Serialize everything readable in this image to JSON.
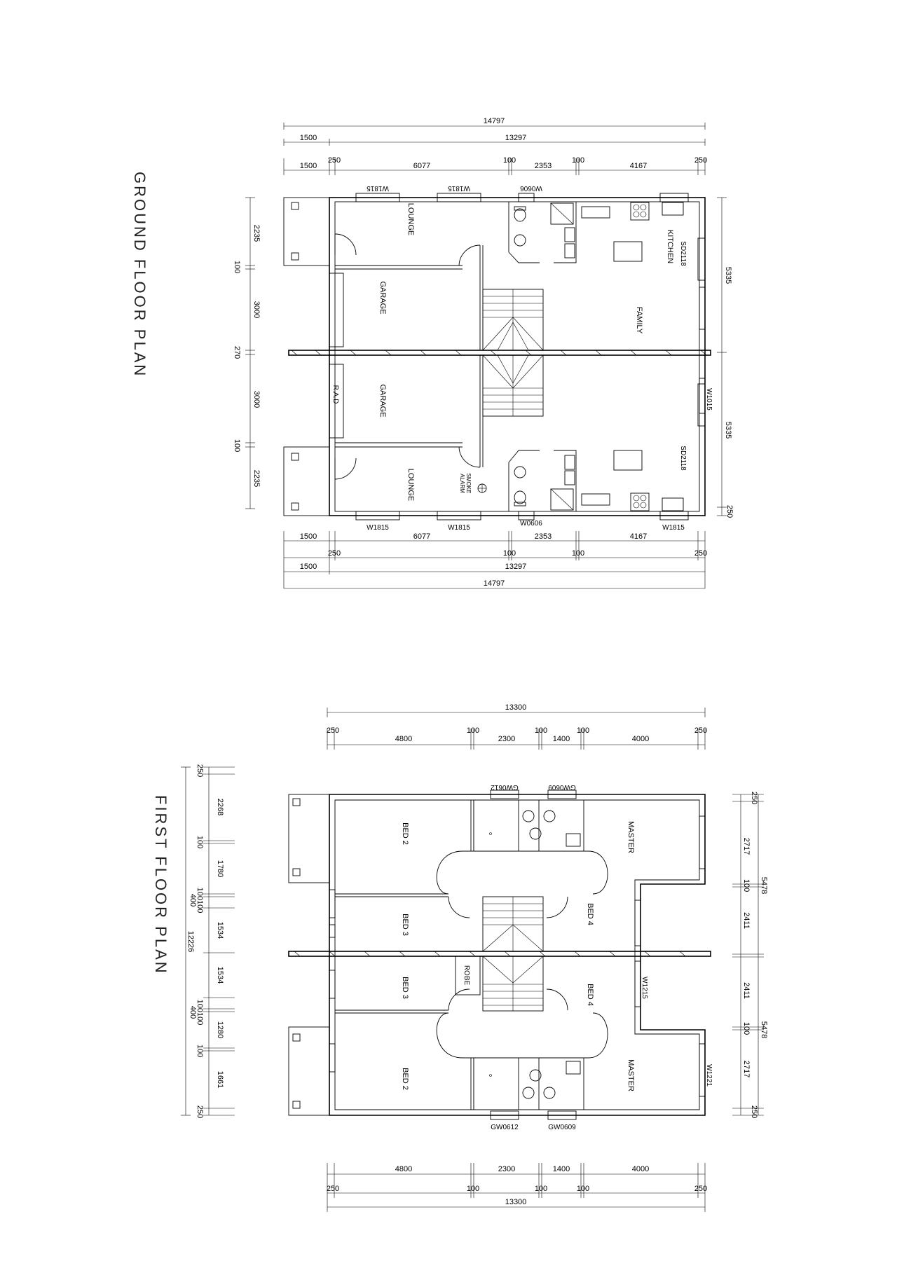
{
  "titles": {
    "ground": "GROUND FLOOR PLAN",
    "first": "FIRST FLOOR PLAN"
  },
  "ground": {
    "top_dims": {
      "overall": "14797",
      "row2": [
        "1500",
        "13297"
      ],
      "row3": [
        "1500",
        "250",
        "6077",
        "100",
        "2353",
        "100",
        "4167",
        "250"
      ]
    },
    "bottom_dims": {
      "row1": [
        "1500",
        "6077",
        "2353",
        "4167"
      ],
      "row2": [
        "250",
        "100",
        "100",
        "250"
      ],
      "row3": [
        "1500",
        "13297"
      ],
      "overall": "14797"
    },
    "left_dims": [
      "2235",
      "100",
      "3000",
      "270",
      "3000",
      "100",
      "2235"
    ],
    "right_dims": [
      "5335",
      "5335",
      "250"
    ],
    "windows_top": [
      "W1815",
      "W1815",
      "W0606"
    ],
    "windows_bottom": [
      "W1815",
      "W1815",
      "W0606",
      "W1815"
    ],
    "window_right": "W1015",
    "doors": [
      "SD2118",
      "SD2118"
    ],
    "rooms": {
      "lounge_top": "LOUNGE",
      "lounge_bottom": "LOUNGE",
      "garage_top": "GARAGE",
      "garage_bottom": "GARAGE",
      "kitchen": "KITCHEN",
      "family": "FAMILY",
      "rad": "R.A.D",
      "smoke": [
        "SMOKE",
        "ALARM"
      ]
    }
  },
  "first": {
    "top_dims": {
      "overall": "13300",
      "row2": [
        "250",
        "4800",
        "100",
        "2300",
        "100",
        "1400",
        "100",
        "4000",
        "250"
      ]
    },
    "bottom_dims": {
      "row1": [
        "4800",
        "2300",
        "1400",
        "4000"
      ],
      "row2": [
        "250",
        "100",
        "100",
        "100",
        "250"
      ],
      "overall": "13300"
    },
    "left_dims": [
      "250",
      "2268",
      "100",
      "1780",
      "100100",
      "400",
      "1534",
      "12226",
      "1534",
      "100100",
      "400",
      "1280",
      "100",
      "1661",
      "250"
    ],
    "right_dims": [
      "250",
      "2717",
      "100",
      "2411",
      "5478",
      "2411",
      "100",
      "2717",
      "250",
      "5478"
    ],
    "windows_top": [
      "GW0612",
      "GW0609"
    ],
    "windows_bottom": [
      "GW0612",
      "GW0609"
    ],
    "window_right": [
      "W1215",
      "W1221"
    ],
    "rooms": {
      "bed2_top": "BED 2",
      "bed3_top": "BED 3",
      "bed3_bottom": "BED 3",
      "bed2_bottom": "BED 2",
      "master_top": "MASTER",
      "master_bottom": "MASTER",
      "bed4_top": "BED 4",
      "bed4_bottom": "BED 4",
      "robe": "ROBE"
    }
  }
}
